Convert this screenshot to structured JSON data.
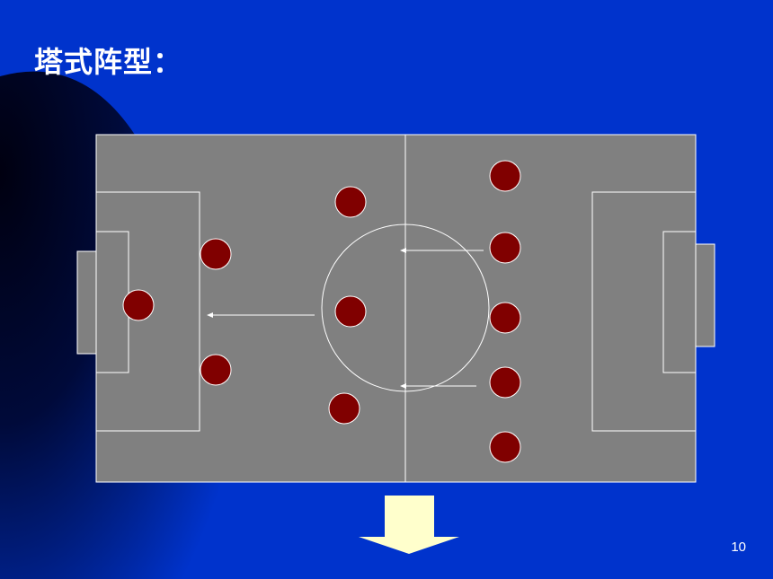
{
  "slide": {
    "title": "塔式阵型：",
    "page_number": "10"
  },
  "colors": {
    "background": "#0033cc",
    "pitch": "#808080",
    "lines": "#ffffff",
    "player": "#800000",
    "player_outline": "#ffffff",
    "arrow": "#ffffcc"
  },
  "formation": {
    "players": [
      {
        "id": "goalkeeper"
      },
      {
        "id": "defender-upper"
      },
      {
        "id": "defender-lower"
      },
      {
        "id": "midfielder-upper"
      },
      {
        "id": "midfielder-center"
      },
      {
        "id": "midfielder-lower"
      },
      {
        "id": "forward-1"
      },
      {
        "id": "forward-2"
      },
      {
        "id": "forward-3"
      },
      {
        "id": "forward-4"
      },
      {
        "id": "forward-5"
      }
    ],
    "movement_arrows": [
      {
        "id": "arrow-upper"
      },
      {
        "id": "arrow-middle"
      },
      {
        "id": "arrow-lower"
      }
    ]
  }
}
